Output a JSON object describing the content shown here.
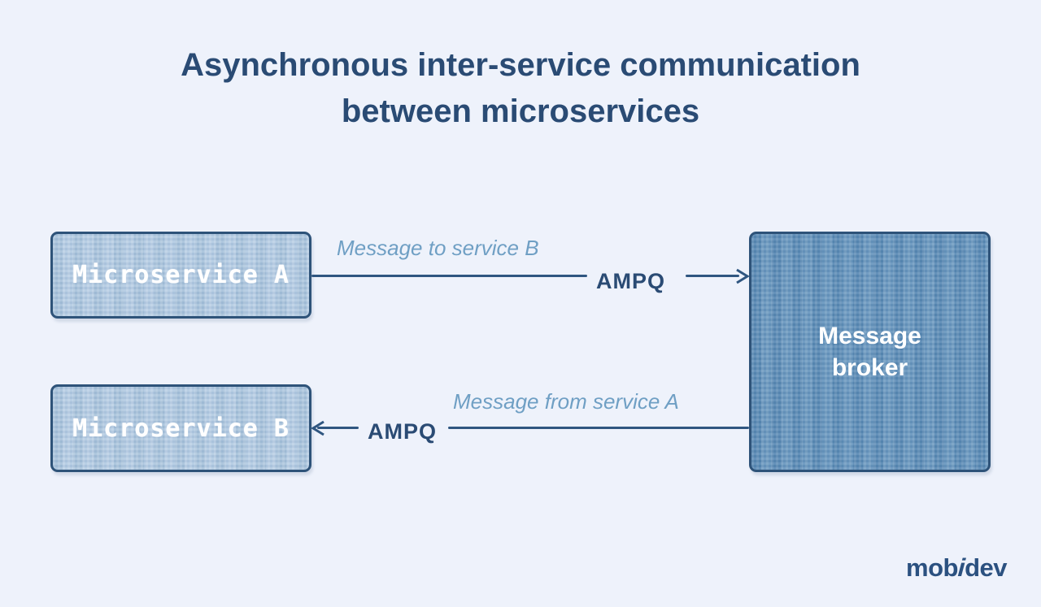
{
  "title": {
    "line1": "Asynchronous inter-service communication",
    "line2": "between microservices"
  },
  "nodes": {
    "microservice_a": {
      "label": "Microservice A"
    },
    "microservice_b": {
      "label": "Microservice B"
    },
    "message_broker": {
      "line1": "Message",
      "line2": "broker"
    }
  },
  "connections": [
    {
      "from": "Microservice A",
      "to": "Message broker",
      "direction": "right",
      "label": "Message to service B",
      "protocol": "AMPQ"
    },
    {
      "from": "Message broker",
      "to": "Microservice B",
      "direction": "left",
      "label": "Message from service A",
      "protocol": "AMPQ"
    }
  ],
  "logo": {
    "prefix": "mob",
    "italic_letter": "i",
    "suffix": "dev"
  },
  "colors": {
    "background": "#eef2fb",
    "title_text": "#2a4b74",
    "node_light_fill": "#a9c4de",
    "node_dark_fill": "#5b8db8",
    "node_border": "#2e5379",
    "connector": "#2f5680",
    "connector_label": "#6f9fc4",
    "node_text": "#ffffff",
    "logo_text": "#2b5180"
  }
}
